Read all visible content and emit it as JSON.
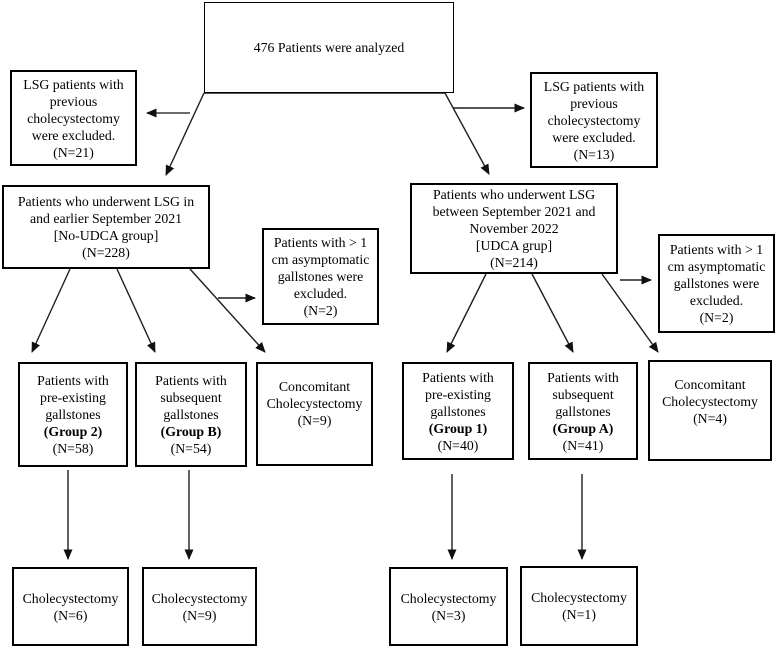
{
  "figure": {
    "type": "flowchart",
    "background_color": "#ffffff",
    "box_border_color": "#000000",
    "arrow_color": "#1f1f1f",
    "text_color": "#000000"
  },
  "boxes": {
    "analyzed": {
      "lines": [
        "476 Patients were analyzed"
      ]
    },
    "excluded_prev_left": {
      "lines": [
        "LSG patients with",
        "previous",
        "cholecystectomy",
        "were excluded.",
        "(N=21)"
      ]
    },
    "excluded_prev_right": {
      "lines": [
        "LSG patients with",
        "previous",
        "cholecystectomy",
        "were excluded.",
        "(N=13)"
      ]
    },
    "main_no_udca": {
      "lines": [
        "Patients who underwent LSG in",
        "and earlier September 2021",
        "[No-UDCA group]",
        "(N=228)"
      ]
    },
    "main_udca": {
      "lines": [
        "Patients who underwent LSG",
        "between September 2021 and",
        "November 2022",
        "[UDCA grup]",
        "(N=214)"
      ]
    },
    "excluded_gallstones_left": {
      "lines": [
        "Patients with > 1",
        "cm asymptomatic",
        "gallstones were",
        "excluded.",
        "(N=2)"
      ]
    },
    "excluded_gallstones_right": {
      "lines": [
        "Patients with > 1",
        "cm asymptomatic",
        "gallstones were",
        "excluded.",
        "(N=2)"
      ]
    },
    "group2": {
      "lines": [
        "Patients with",
        "pre-existing",
        "gallstones",
        "(Group 2)",
        "(N=58)"
      ]
    },
    "groupB": {
      "lines": [
        "Patients with",
        "subsequent",
        "gallstones",
        "(Group B)",
        "(N=54)"
      ]
    },
    "concomitant_left": {
      "lines": [
        "Concomitant",
        "Cholecystectomy",
        "(N=9)"
      ]
    },
    "group1": {
      "lines": [
        "Patients with",
        "pre-existing",
        "gallstones",
        "(Group 1)",
        "(N=40)"
      ]
    },
    "groupA": {
      "lines": [
        "Patients with",
        "subsequent",
        "gallstones",
        "(Group A)",
        "(N=41)"
      ]
    },
    "concomitant_right": {
      "lines": [
        "Concomitant",
        "Cholecystectomy",
        "(N=4)"
      ]
    },
    "cholecystectomy_group2": {
      "lines": [
        "Cholecystectomy",
        "(N=6)"
      ]
    },
    "cholecystectomy_groupB": {
      "lines": [
        "Cholecystectomy",
        "(N=9)"
      ]
    },
    "cholecystectomy_group1": {
      "lines": [
        "Cholecystectomy",
        "(N=3)"
      ]
    },
    "cholecystectomy_groupA": {
      "lines": [
        "Cholecystectomy",
        "(N=1)"
      ]
    }
  }
}
